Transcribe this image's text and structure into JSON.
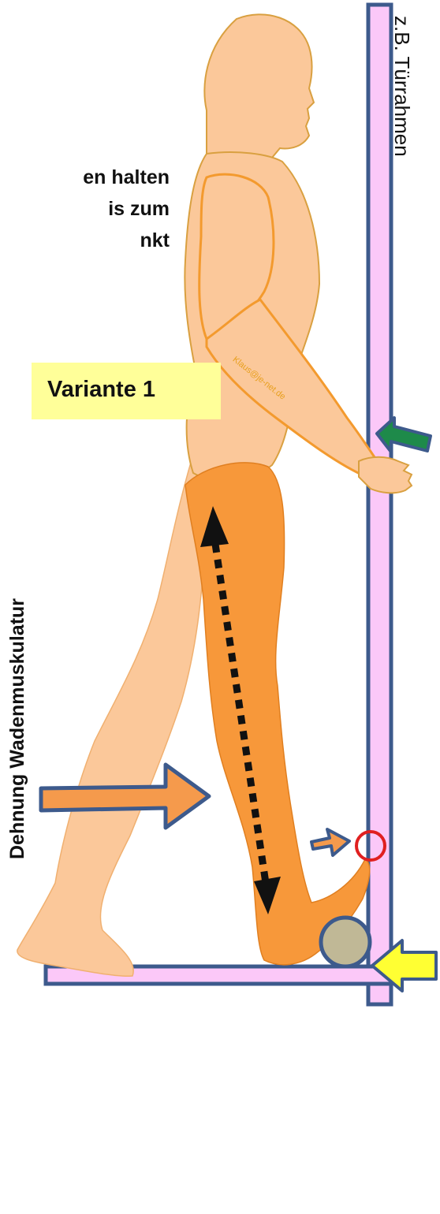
{
  "instruction_lines": [
    "en halten",
    "is zum",
    "nkt"
  ],
  "variant_label": "Variante 1",
  "door_label": "z.B. Türrahmen",
  "stretch_label": "Dehnung Wadenmuskulatur",
  "watermark": "Klaus@je-net.de",
  "colors": {
    "door_fill": "#fbc8f8",
    "door_stroke": "#3d5a8c",
    "skin": "#fbc89a",
    "skin_outline": "#d9a040",
    "stretched_leg": "#f7983a",
    "arrow_orange": "#f59a4c",
    "arrow_green": "#1e8a4a",
    "arrow_yellow": "#ffff33",
    "ball": "#c0b896",
    "contact_circle": "#e02020",
    "variant_bg": "#ffff99"
  },
  "icons": [
    "arrow-right-icon",
    "arrow-left-icon",
    "double-arrow-icon",
    "ball-icon",
    "circle-marker-icon"
  ]
}
